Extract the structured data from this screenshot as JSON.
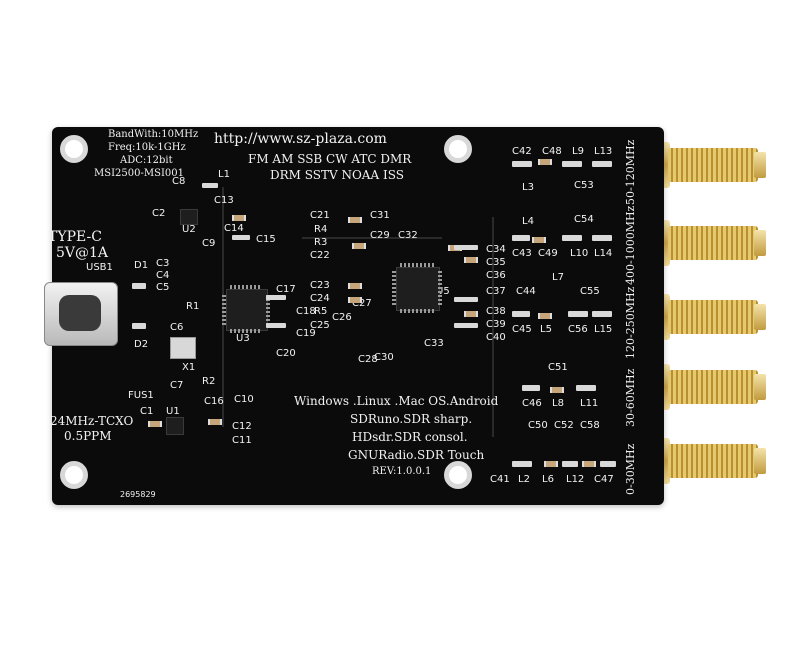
{
  "board": {
    "specs": [
      "BandWith:10MHz",
      "Freq:10k-1GHz",
      "ADC:12bit",
      "MSI2500-MSI001"
    ],
    "url": "http://www.sz-plaza.com",
    "modes_line1": "FM AM SSB CW ATC DMR",
    "modes_line2": "DRM SSTV NOAA ISS",
    "power_label": "TYPE-C",
    "power_rating": "5V@1A",
    "usb_label": "USB1",
    "tcxo_label": "24MHz-TCXO",
    "tcxo_ppm": "0.5PPM",
    "fuse_label": "FUS1",
    "software": [
      "Windows .Linux .Mac OS.Android",
      "SDRuno.SDR sharp.",
      "HDsdr.SDR consol.",
      "GNURadio.SDR Touch"
    ],
    "revision": "REV:1.0.0.1",
    "serial": "2695829",
    "bands": [
      "50-120MHz",
      "400-1000MHz",
      "120-250MHz",
      "30-60MHz",
      "0-30MHz"
    ],
    "refs": {
      "d1": "D1",
      "d2": "D2",
      "c3": "C3",
      "c4": "C4",
      "c5": "C5",
      "r1": "R1",
      "c6": "C6",
      "x1": "X1",
      "r2": "R2",
      "c7": "C7",
      "c1": "C1",
      "u1": "U1",
      "c2": "C2",
      "c8": "C8",
      "u2": "U2",
      "l1": "L1",
      "c13": "C13",
      "c9": "C9",
      "c14": "C14",
      "c15": "C15",
      "c16": "C16",
      "c10": "C10",
      "c12": "C12",
      "c11": "C11",
      "u3": "U3",
      "c17": "C17",
      "c18": "C18",
      "c19": "C19",
      "c20": "C20",
      "c21": "C21",
      "r4": "R4",
      "r3": "R3",
      "c22": "C22",
      "c23": "C23",
      "c24": "C24",
      "r5": "R5",
      "c25": "C25",
      "c26": "C26",
      "c27": "C27",
      "c29": "C29",
      "c31": "C31",
      "c32": "C32",
      "c28": "C28",
      "c30": "C30",
      "c33": "C33",
      "u5": "U5",
      "c34": "C34",
      "c35": "C35",
      "c36": "C36",
      "c37": "C37",
      "c38": "C38",
      "c39": "C39",
      "c40": "C40",
      "c42": "C42",
      "c48": "C48",
      "l9": "L9",
      "l13": "L13",
      "l3": "L3",
      "c53": "C53",
      "l4": "L4",
      "c54": "C54",
      "c43": "C43",
      "c49": "C49",
      "l10": "L10",
      "l14": "L14",
      "c44": "C44",
      "l7": "L7",
      "c55": "C55",
      "c45": "C45",
      "l5": "L5",
      "c56": "C56",
      "l15": "L15",
      "c51": "C51",
      "c46": "C46",
      "l8": "L8",
      "l11": "L11",
      "c50": "C50",
      "c52": "C52",
      "c58": "C58",
      "c41": "C41",
      "l2": "L2",
      "l6": "L6",
      "l12": "L12",
      "c47": "C47"
    }
  },
  "colors": {
    "pcb": "#0b0b0b",
    "silkscreen": "#f2f2f2",
    "gold": "#d4b050",
    "silver": "#cfcfcf"
  }
}
